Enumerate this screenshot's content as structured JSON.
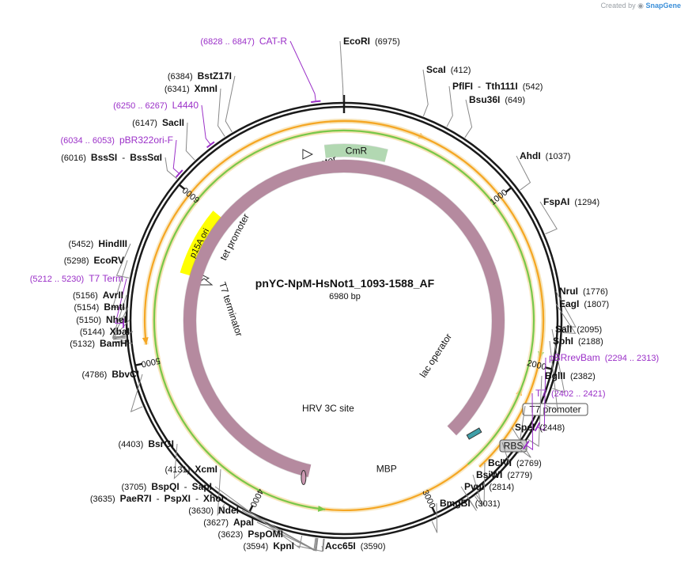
{
  "header": {
    "created_by": "Created by",
    "brand": "SnapGene"
  },
  "plasmid": {
    "name": "pnYC-NpM-HsNot1_1093-1588_AF",
    "length": "6980 bp",
    "bp": 6980
  },
  "ticks": [
    {
      "label": "1000",
      "pos": 1000
    },
    {
      "label": "2000",
      "pos": 2000
    },
    {
      "label": "3000",
      "pos": 3000
    },
    {
      "label": "4000",
      "pos": 4000
    },
    {
      "label": "5000",
      "pos": 5000
    },
    {
      "label": "6000",
      "pos": 6000
    }
  ],
  "sites": [
    {
      "name": "EcoRI",
      "pos": "(6975)",
      "bp": 6975
    },
    {
      "name": "ScaI",
      "pos": "(412)",
      "bp": 412
    },
    {
      "name": "PflFI",
      "name2": "Tth111I",
      "pos": "(542)",
      "bp": 542
    },
    {
      "name": "Bsu36I",
      "pos": "(649)",
      "bp": 649
    },
    {
      "name": "AhdI",
      "pos": "(1037)",
      "bp": 1037
    },
    {
      "name": "FspAI",
      "pos": "(1294)",
      "bp": 1294
    },
    {
      "name": "NruI",
      "pos": "(1776)",
      "bp": 1776
    },
    {
      "name": "EagI",
      "pos": "(1807)",
      "bp": 1807
    },
    {
      "name": "SalI",
      "pos": "(2095)",
      "bp": 2095
    },
    {
      "name": "SphI",
      "pos": "(2188)",
      "bp": 2188
    },
    {
      "name": "BglII",
      "pos": "(2382)",
      "bp": 2382
    },
    {
      "name": "SpeI",
      "pos": "(2448)",
      "bp": 2448
    },
    {
      "name": "BclVI",
      "pos": "(2769)",
      "bp": 2769
    },
    {
      "name": "BsiWI",
      "pos": "(2779)",
      "bp": 2779
    },
    {
      "name": "PvuI",
      "pos": "(2814)",
      "bp": 2814
    },
    {
      "name": "BmgBI",
      "pos": "(3031)",
      "bp": 3031
    },
    {
      "name": "Acc65I",
      "pos": "(3590)",
      "bp": 3590
    },
    {
      "name": "KpnI",
      "pos": "(3594)",
      "bp": 3594
    },
    {
      "name": "PspOMI",
      "pos": "(3623)",
      "bp": 3623
    },
    {
      "name": "ApaI",
      "pos": "(3627)",
      "bp": 3627
    },
    {
      "name": "NdeI",
      "pos": "(3630)",
      "bp": 3630
    },
    {
      "name": "PaeR7I",
      "name2": "PspXI",
      "name3": "XhoI",
      "pos": "(3635)",
      "bp": 3635
    },
    {
      "name": "BspQI",
      "name2": "SapI",
      "pos": "(3705)",
      "bp": 3705
    },
    {
      "name": "XcmI",
      "pos": "(4131)",
      "bp": 4131
    },
    {
      "name": "BsrGI",
      "pos": "(4403)",
      "bp": 4403
    },
    {
      "name": "BbvCI",
      "pos": "(4786)",
      "bp": 4786
    },
    {
      "name": "BamHI",
      "pos": "(5132)",
      "bp": 5132
    },
    {
      "name": "XbaI",
      "pos": "(5144)",
      "bp": 5144
    },
    {
      "name": "NheI",
      "pos": "(5150)",
      "bp": 5150
    },
    {
      "name": "BmtI",
      "pos": "(5154)",
      "bp": 5154
    },
    {
      "name": "AvrII",
      "pos": "(5156)",
      "bp": 5156
    },
    {
      "name": "EcoRV",
      "pos": "(5298)",
      "bp": 5298
    },
    {
      "name": "HindIII",
      "pos": "(5452)",
      "bp": 5452
    },
    {
      "name": "BssSI",
      "name2": "BssSαI",
      "pos": "(6016)",
      "bp": 6016
    },
    {
      "name": "SacII",
      "pos": "(6147)",
      "bp": 6147
    },
    {
      "name": "XmnI",
      "pos": "(6341)",
      "bp": 6341
    },
    {
      "name": "BstZ17I",
      "pos": "(6384)",
      "bp": 6384
    }
  ],
  "primers": [
    {
      "name": "CAT-R",
      "range": "(6828 .. 6847)",
      "start": 6828,
      "end": 6847
    },
    {
      "name": "L4440",
      "range": "(6250 .. 6267)",
      "start": 6250,
      "end": 6267
    },
    {
      "name": "pBR322ori-F",
      "range": "(6034 .. 6053)",
      "start": 6034,
      "end": 6053
    },
    {
      "name": "T7 Term",
      "range": "(5212 .. 5230)",
      "start": 5212,
      "end": 5230
    },
    {
      "name": "pBRrevBam",
      "range": "(2294 .. 2313)",
      "start": 2294,
      "end": 2313
    },
    {
      "name": "T7",
      "range": "(2402 .. 2421)",
      "start": 2402,
      "end": 2421
    }
  ],
  "features": [
    {
      "name": "CmR",
      "type": "cds",
      "start": 6855,
      "end": 280,
      "color": "#c8f5c8"
    },
    {
      "name": "cat promoter",
      "type": "promoter",
      "start": 6740,
      "end": 6830
    },
    {
      "name": "p15A ori",
      "type": "ori",
      "start": 6010,
      "end": 5550,
      "color": "#ffff00"
    },
    {
      "name": "tet promoter",
      "type": "promoter",
      "start": 5560,
      "end": 5500
    },
    {
      "name": "T7 terminator",
      "type": "terminator",
      "start": 5290,
      "end": 5250
    },
    {
      "name": "lac operator",
      "type": "regulatory",
      "start": 2540,
      "end": 2560
    },
    {
      "name": "MBP",
      "type": "cds",
      "start": 2630,
      "end": 3740,
      "color": "#cc99b2"
    },
    {
      "name": "HRV 3C site",
      "type": "site",
      "start": 3765,
      "end": 3790,
      "color": "#cc99b2"
    },
    {
      "name": "T7 promoter",
      "type": "boxed",
      "bp": 2470
    },
    {
      "name": "RBS",
      "type": "boxed",
      "bp": 2540
    }
  ],
  "orfs": [
    {
      "start": 6900,
      "end": 470,
      "dir": 1,
      "color": "#f5a623",
      "ring": -1
    },
    {
      "start": 1460,
      "end": 1960,
      "dir": 1,
      "color": "#78c84a",
      "ring": 1
    },
    {
      "start": 1520,
      "end": 2150,
      "dir": -1,
      "color": "#f5a623",
      "ring": 2
    },
    {
      "start": 2700,
      "end": 3600,
      "dir": -1,
      "color": "#78c84a",
      "ring": 2
    },
    {
      "start": 2660,
      "end": 5100,
      "dir": -1,
      "color": "#f5a623",
      "ring": 1
    }
  ]
}
